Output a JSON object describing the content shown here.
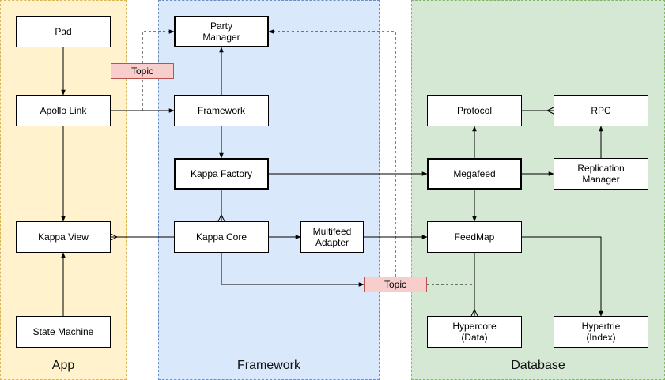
{
  "colors": {
    "app_fill": "#fff2cc",
    "app_border": "#d6b656",
    "framework_fill": "#dae8fc",
    "framework_border": "#6c8ebf",
    "database_fill": "#d5e8d4",
    "database_border": "#82b366",
    "topic_fill": "#f8cecc",
    "topic_border": "#b85450"
  },
  "groups": {
    "app": "App",
    "framework": "Framework",
    "database": "Database"
  },
  "nodes": {
    "pad": "Pad",
    "apollo_link": "Apollo Link",
    "kappa_view": "Kappa View",
    "state_machine": "State Machine",
    "party_manager": "Party\nManager",
    "framework": "Framework",
    "kappa_factory": "Kappa Factory",
    "kappa_core": "Kappa Core",
    "multifeed_adapter": "Multifeed\nAdapter",
    "protocol": "Protocol",
    "rpc": "RPC",
    "megafeed": "Megafeed",
    "replication_manager": "Replication\nManager",
    "feedmap": "FeedMap",
    "hypercore": "Hypercore\n(Data)",
    "hypertrie": "Hypertrie\n(Index)"
  },
  "tags": {
    "topic_top": "Topic",
    "topic_bottom": "Topic"
  }
}
